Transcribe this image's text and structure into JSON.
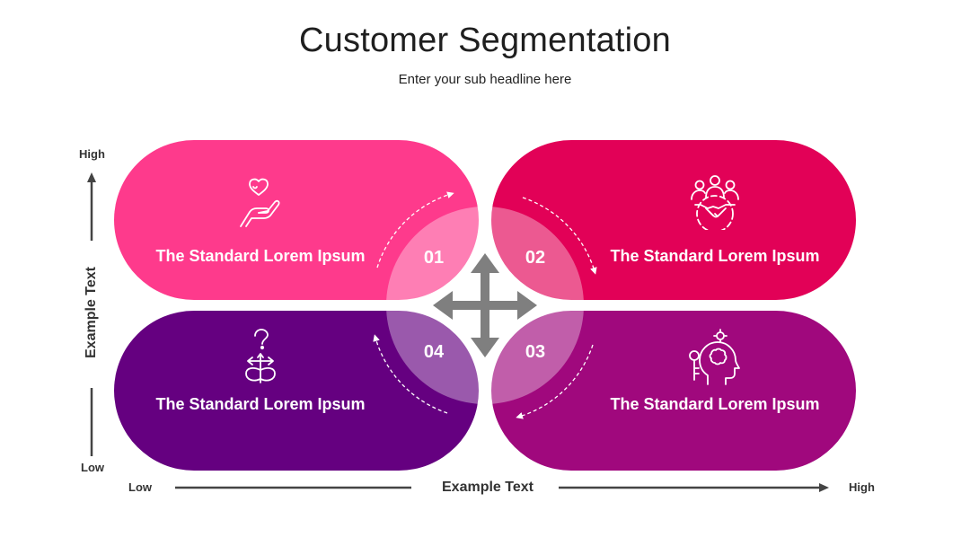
{
  "header": {
    "title": "Customer Segmentation",
    "subtitle": "Enter your sub headline here"
  },
  "quadrants": [
    {
      "number": "01",
      "label": "The Standard Lorem Ipsum",
      "icon": "heart-hand-icon",
      "color": "#fe3a8c"
    },
    {
      "number": "02",
      "label": "The Standard Lorem Ipsum",
      "icon": "team-handshake-icon",
      "color": "#e20157"
    },
    {
      "number": "03",
      "label": "The Standard Lorem Ipsum",
      "icon": "head-gear-key-icon",
      "color": "#a0087d"
    },
    {
      "number": "04",
      "label": "The Standard Lorem Ipsum",
      "icon": "decision-question-icon",
      "color": "#650080"
    }
  ],
  "axes": {
    "y_high": "High",
    "y_low": "Low",
    "y_title": "Example Text",
    "x_low": "Low",
    "x_high": "High",
    "x_title": "Example Text"
  },
  "center": {
    "icon": "four-way-arrow-icon",
    "color": "#7f7f7f"
  }
}
